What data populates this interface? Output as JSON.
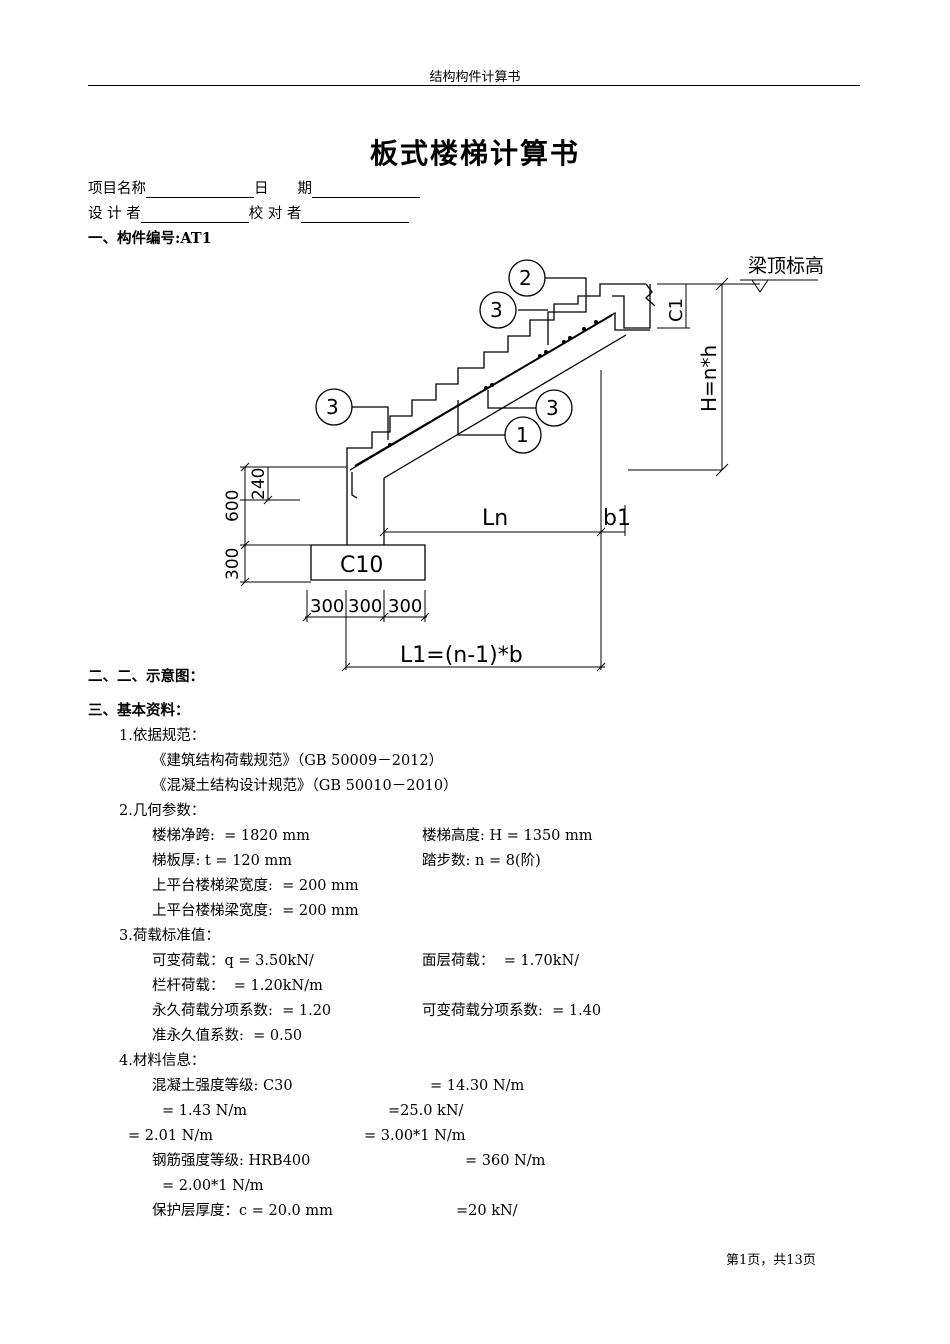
{
  "header": {
    "title": "结构构件计算书"
  },
  "doc_title": "板式楼梯计算书",
  "info": {
    "project_label": "项目名称",
    "date_label": "日　　期",
    "designer_label": "设 计 者",
    "checker_label": "校 对 者"
  },
  "section1": "一、构件编号:AT1",
  "figure": {
    "beam_top": "梁顶标高",
    "h_label": "H=n*h",
    "c1": "C1",
    "ln": "Ln",
    "b1": "b1",
    "d240": "240",
    "d600": "600",
    "d300": "300",
    "c10": "C10",
    "w1": "300",
    "w2": "300",
    "w3": "300",
    "l1": "L1=(n-1)*b",
    "m1": "1",
    "m2": "2",
    "m3a": "3",
    "m3b": "3",
    "m3c": "3"
  },
  "section2": "二、二、示意图：",
  "section3": "三、基本资料：",
  "basis": {
    "title": "1.依据规范：",
    "code1": "《建筑结构荷载规范》（GB 50009－2012）",
    "code2": "《混凝土结构设计规范》（GB 50010－2010）"
  },
  "geometry": {
    "title": "2.几何参数：",
    "ln": "楼梯净跨:  = 1820 mm",
    "h": "楼梯高度: H = 1350 mm",
    "t": "梯板厚: t = 120 mm",
    "n": "踏步数: n = 8(阶)",
    "b_upper1": "上平台楼梯梁宽度:  = 200 mm",
    "b_upper2": "上平台楼梯梁宽度:  = 200 mm"
  },
  "loads": {
    "title": "3.荷载标准值：",
    "q": "可变荷载：q = 3.50kN/",
    "finish": "面层荷载：  = 1.70kN/",
    "rail": "栏杆荷载：  = 1.20kN/m",
    "gamma_g": "永久荷载分项系数:  = 1.20",
    "gamma_q": "可变荷载分项系数:  = 1.40",
    "psi_q": "准永久值系数:  = 0.50"
  },
  "materials": {
    "title": "4.材料信息：",
    "concrete": "混凝土强度等级: C30",
    "fc": "= 14.30 N/m",
    "ft": "= 1.43 N/m",
    "rc": "=25.0 kN/",
    "ftk": "= 2.01 N/m",
    "ec": "= 3.00*1 N/m",
    "steel": "钢筋强度等级: HRB400",
    "fy": "= 360 N/m",
    "es": "= 2.00*1 N/m",
    "cover": "保护层厚度：c = 20.0 mm",
    "rs": "=20 kN/"
  },
  "footer": "第1页，共13页"
}
